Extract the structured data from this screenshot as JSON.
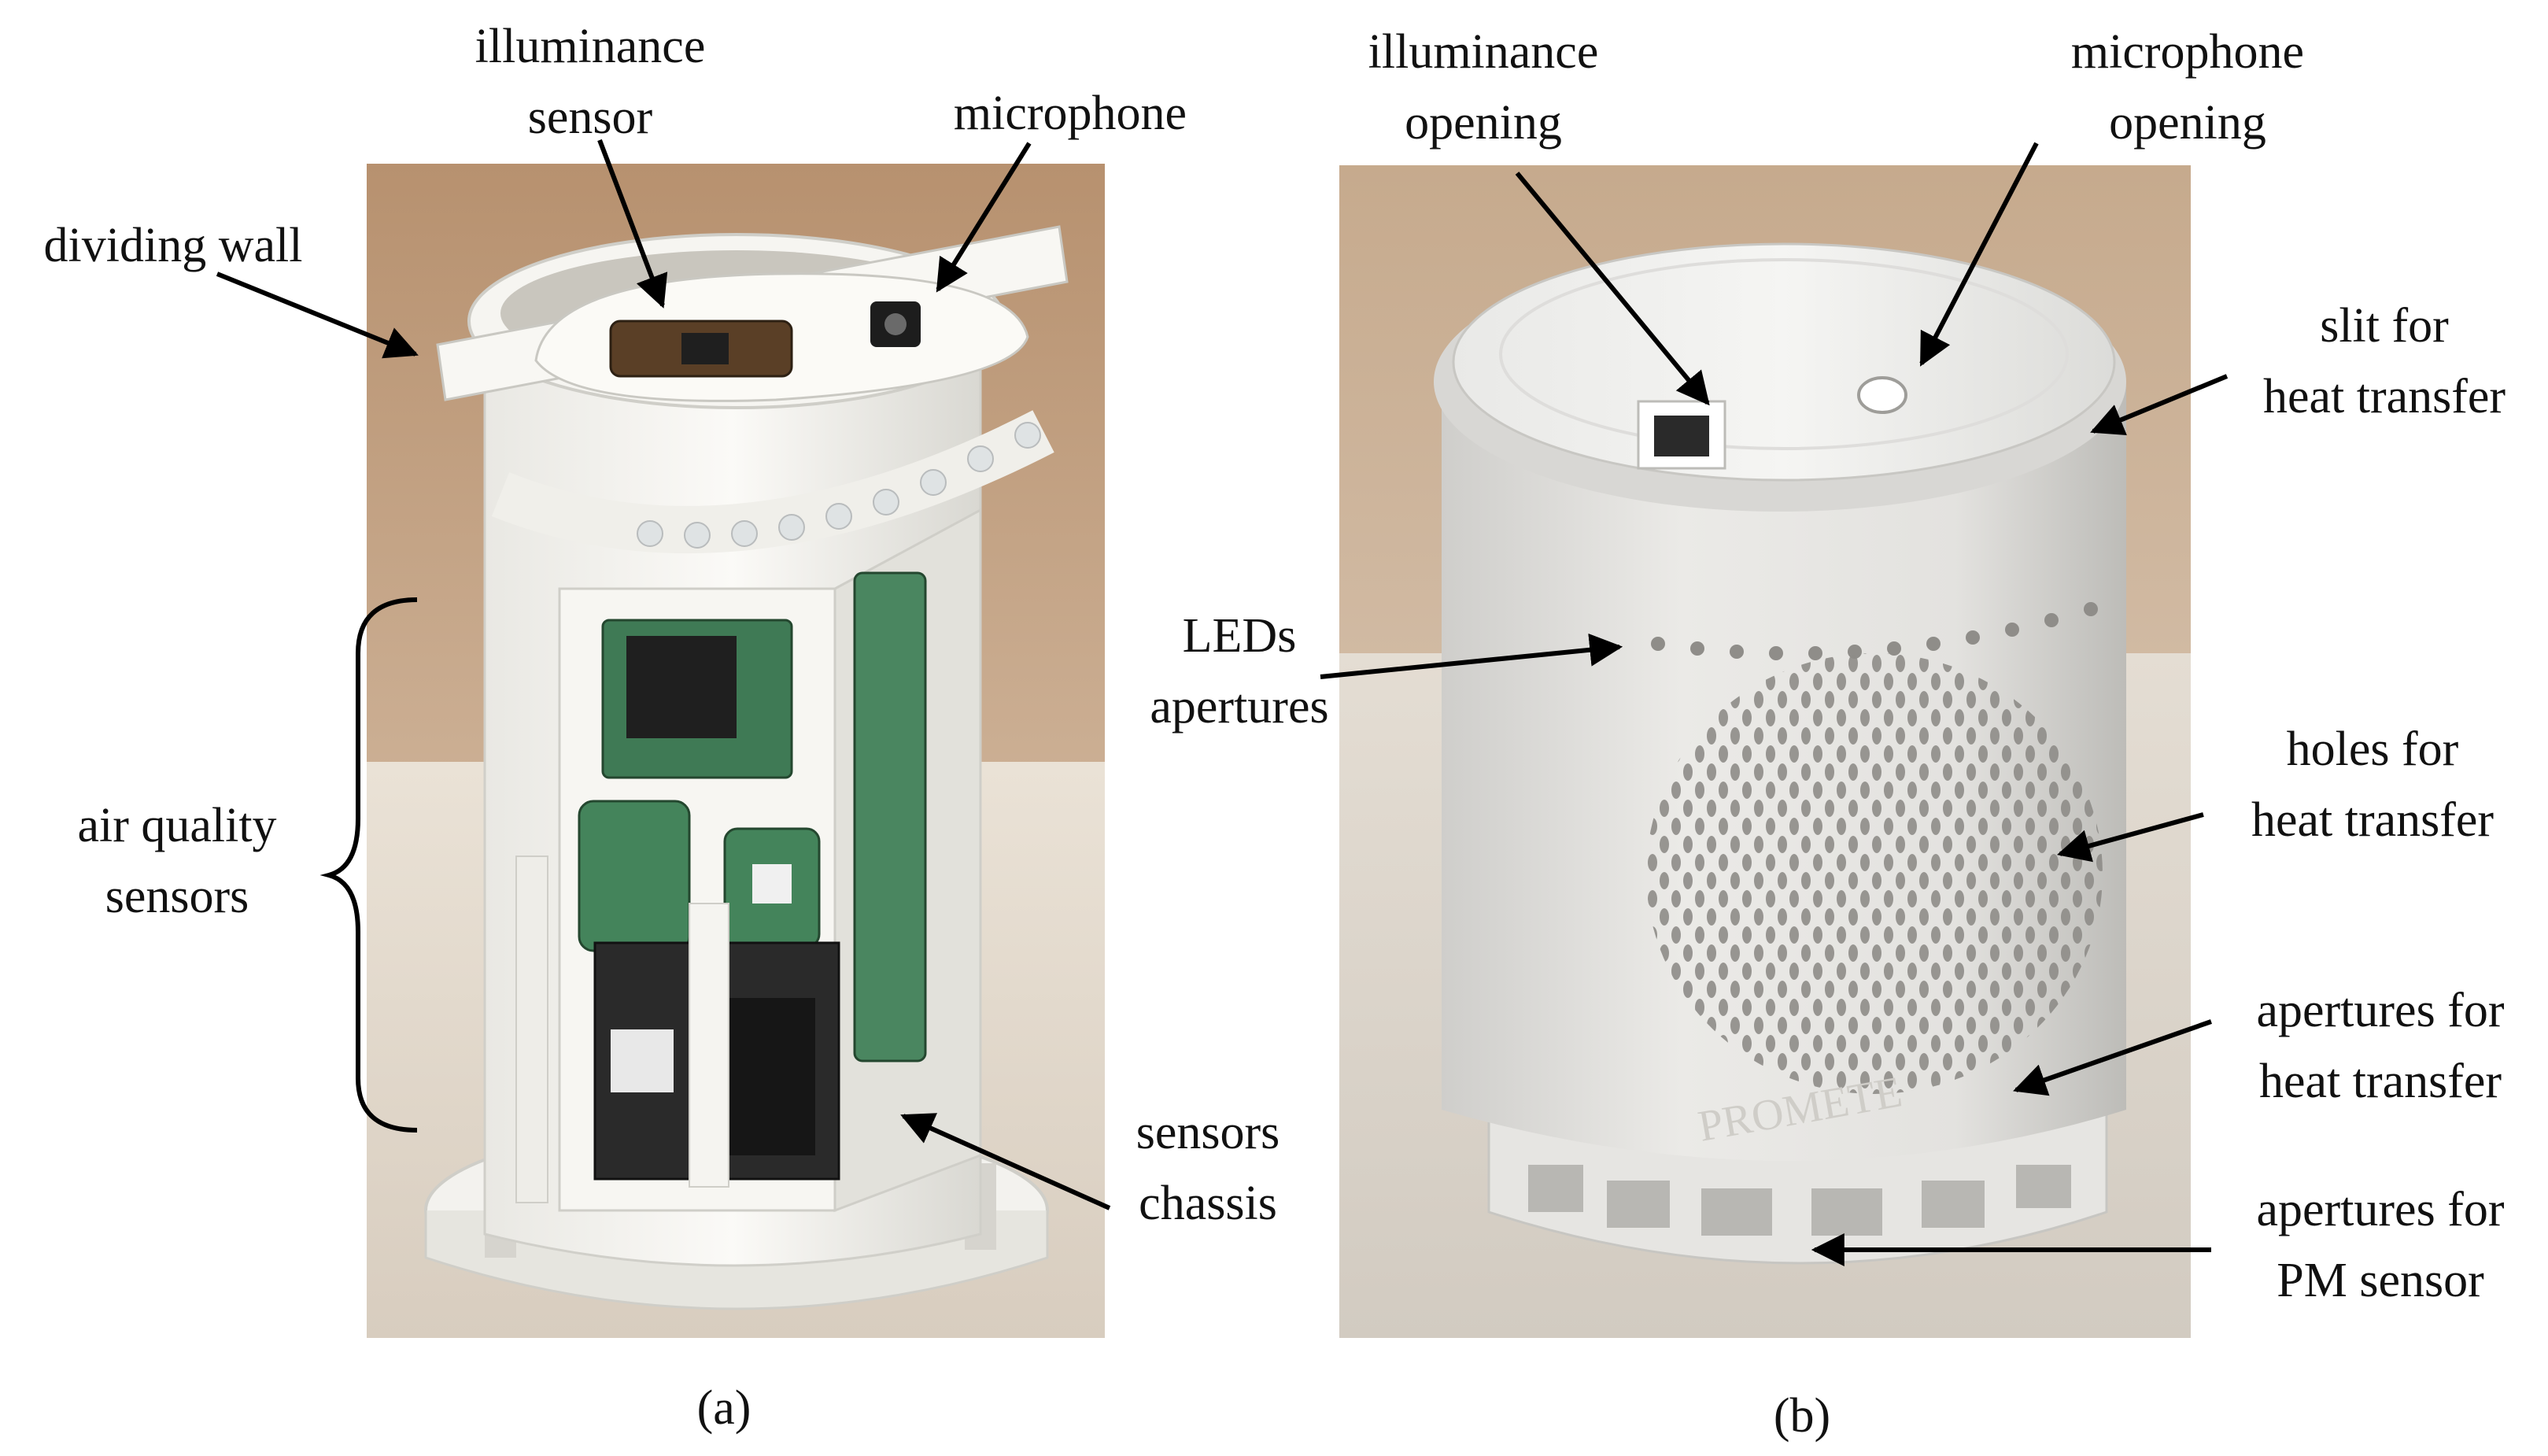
{
  "figure": {
    "panels": [
      {
        "caption": "(a)",
        "labels": {
          "illuminance_sensor": [
            "illuminance",
            "sensor"
          ],
          "microphone": "microphone",
          "dividing_wall": "dividing wall",
          "air_quality_sensors": [
            "air quality",
            "sensors"
          ],
          "sensors_chassis": [
            "sensors",
            "chassis"
          ]
        },
        "photo_colors": {
          "background": "#c9a98c",
          "table": "#e8dfd2",
          "device": "#f4f3ef",
          "pcb": "#3f7a55",
          "chip": "#2a2a2a"
        }
      },
      {
        "caption": "(b)",
        "labels": {
          "illuminance_opening": [
            "illuminance",
            "opening"
          ],
          "microphone_opening": [
            "microphone",
            "opening"
          ],
          "slit": [
            "slit for",
            "heat transfer"
          ],
          "leds": [
            "LEDs",
            "apertures"
          ],
          "holes": [
            "holes for",
            "heat transfer"
          ],
          "apertures_heat": [
            "apertures for",
            "heat transfer"
          ],
          "apertures_pm": [
            "apertures for",
            "PM sensor"
          ]
        },
        "photo_colors": {
          "background": "#d0b79e",
          "table": "#e3dcd3",
          "device": "#e6e5e2",
          "hole": "#8e8c88"
        },
        "engraving": "PROMETE"
      }
    ]
  }
}
